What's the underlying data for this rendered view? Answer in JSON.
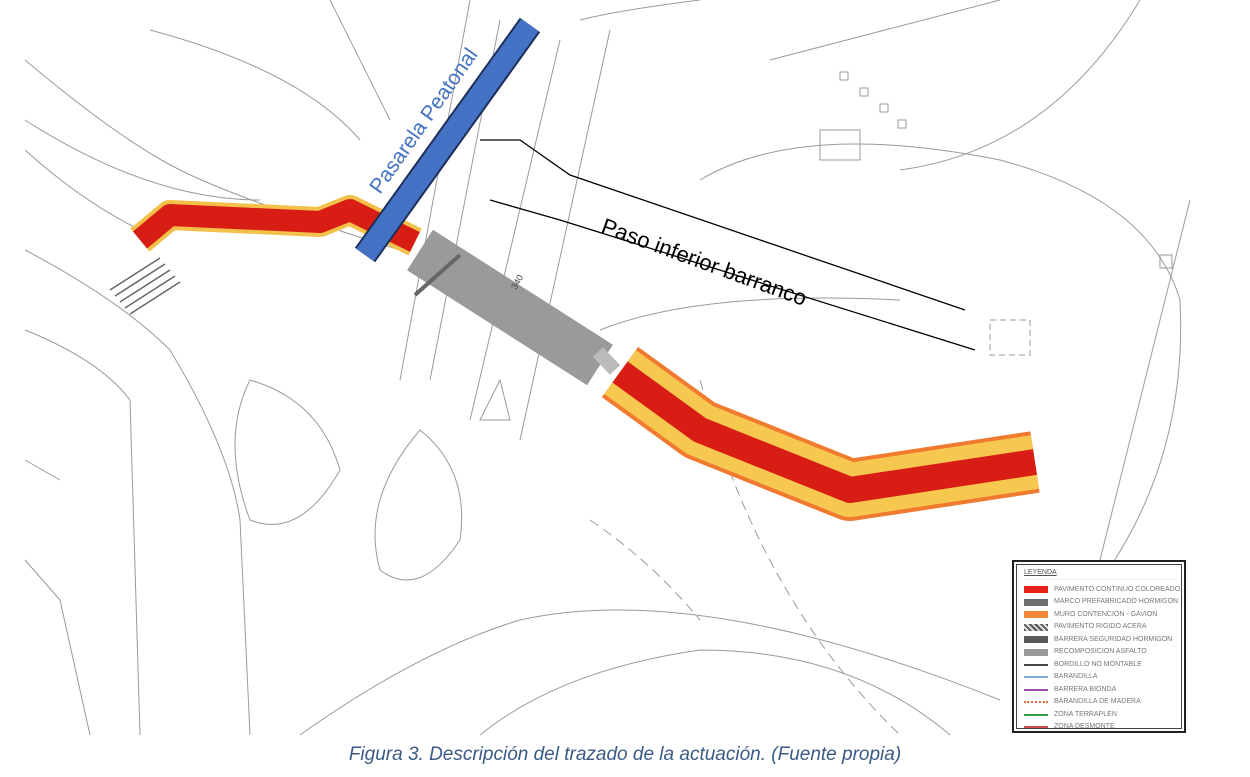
{
  "labels": {
    "pasarela": "Pasarela Peatonal",
    "paso_inferior": "Paso inferior barranco",
    "station_340": "340"
  },
  "legend": {
    "title": "LEYENDA",
    "items": [
      {
        "label": "PAVIMENTO CONTINUO COLOREADO",
        "color": "#e8231a",
        "kind": "fill"
      },
      {
        "label": "MARCO PREFABRICADO HORMIGON",
        "color": "#6e6e6e",
        "kind": "fill"
      },
      {
        "label": "MURO CONTENCION - GAVION",
        "color": "#f08a3a",
        "kind": "fill"
      },
      {
        "label": "PAVIMENTO RIGIDO ACERA",
        "color": "#555555",
        "kind": "hatch"
      },
      {
        "label": "BARRERA SEGURIDAD HORMIGON",
        "color": "#5a5a5a",
        "kind": "fill"
      },
      {
        "label": "RECOMPOSICION ASFALTO",
        "color": "#9a9a9a",
        "kind": "fill"
      },
      {
        "label": "BORDILLO NO MONTABLE",
        "color": "#444444",
        "kind": "line"
      },
      {
        "label": "BARANDILLA",
        "color": "#7fa7d6",
        "kind": "line"
      },
      {
        "label": "BARRERA BIONDA",
        "color": "#9b4fa8",
        "kind": "line"
      },
      {
        "label": "BARANDILLA DE MADERA",
        "color": "#e0703a",
        "kind": "dash"
      },
      {
        "label": "ZONA TERRAPLEN",
        "color": "#3a9a4a",
        "kind": "tri"
      },
      {
        "label": "ZONA DESMONTE",
        "color": "#d04a4a",
        "kind": "tri"
      }
    ]
  },
  "caption": "Figura 3. Descripción del trazado de la actuación. (Fuente propia)"
}
